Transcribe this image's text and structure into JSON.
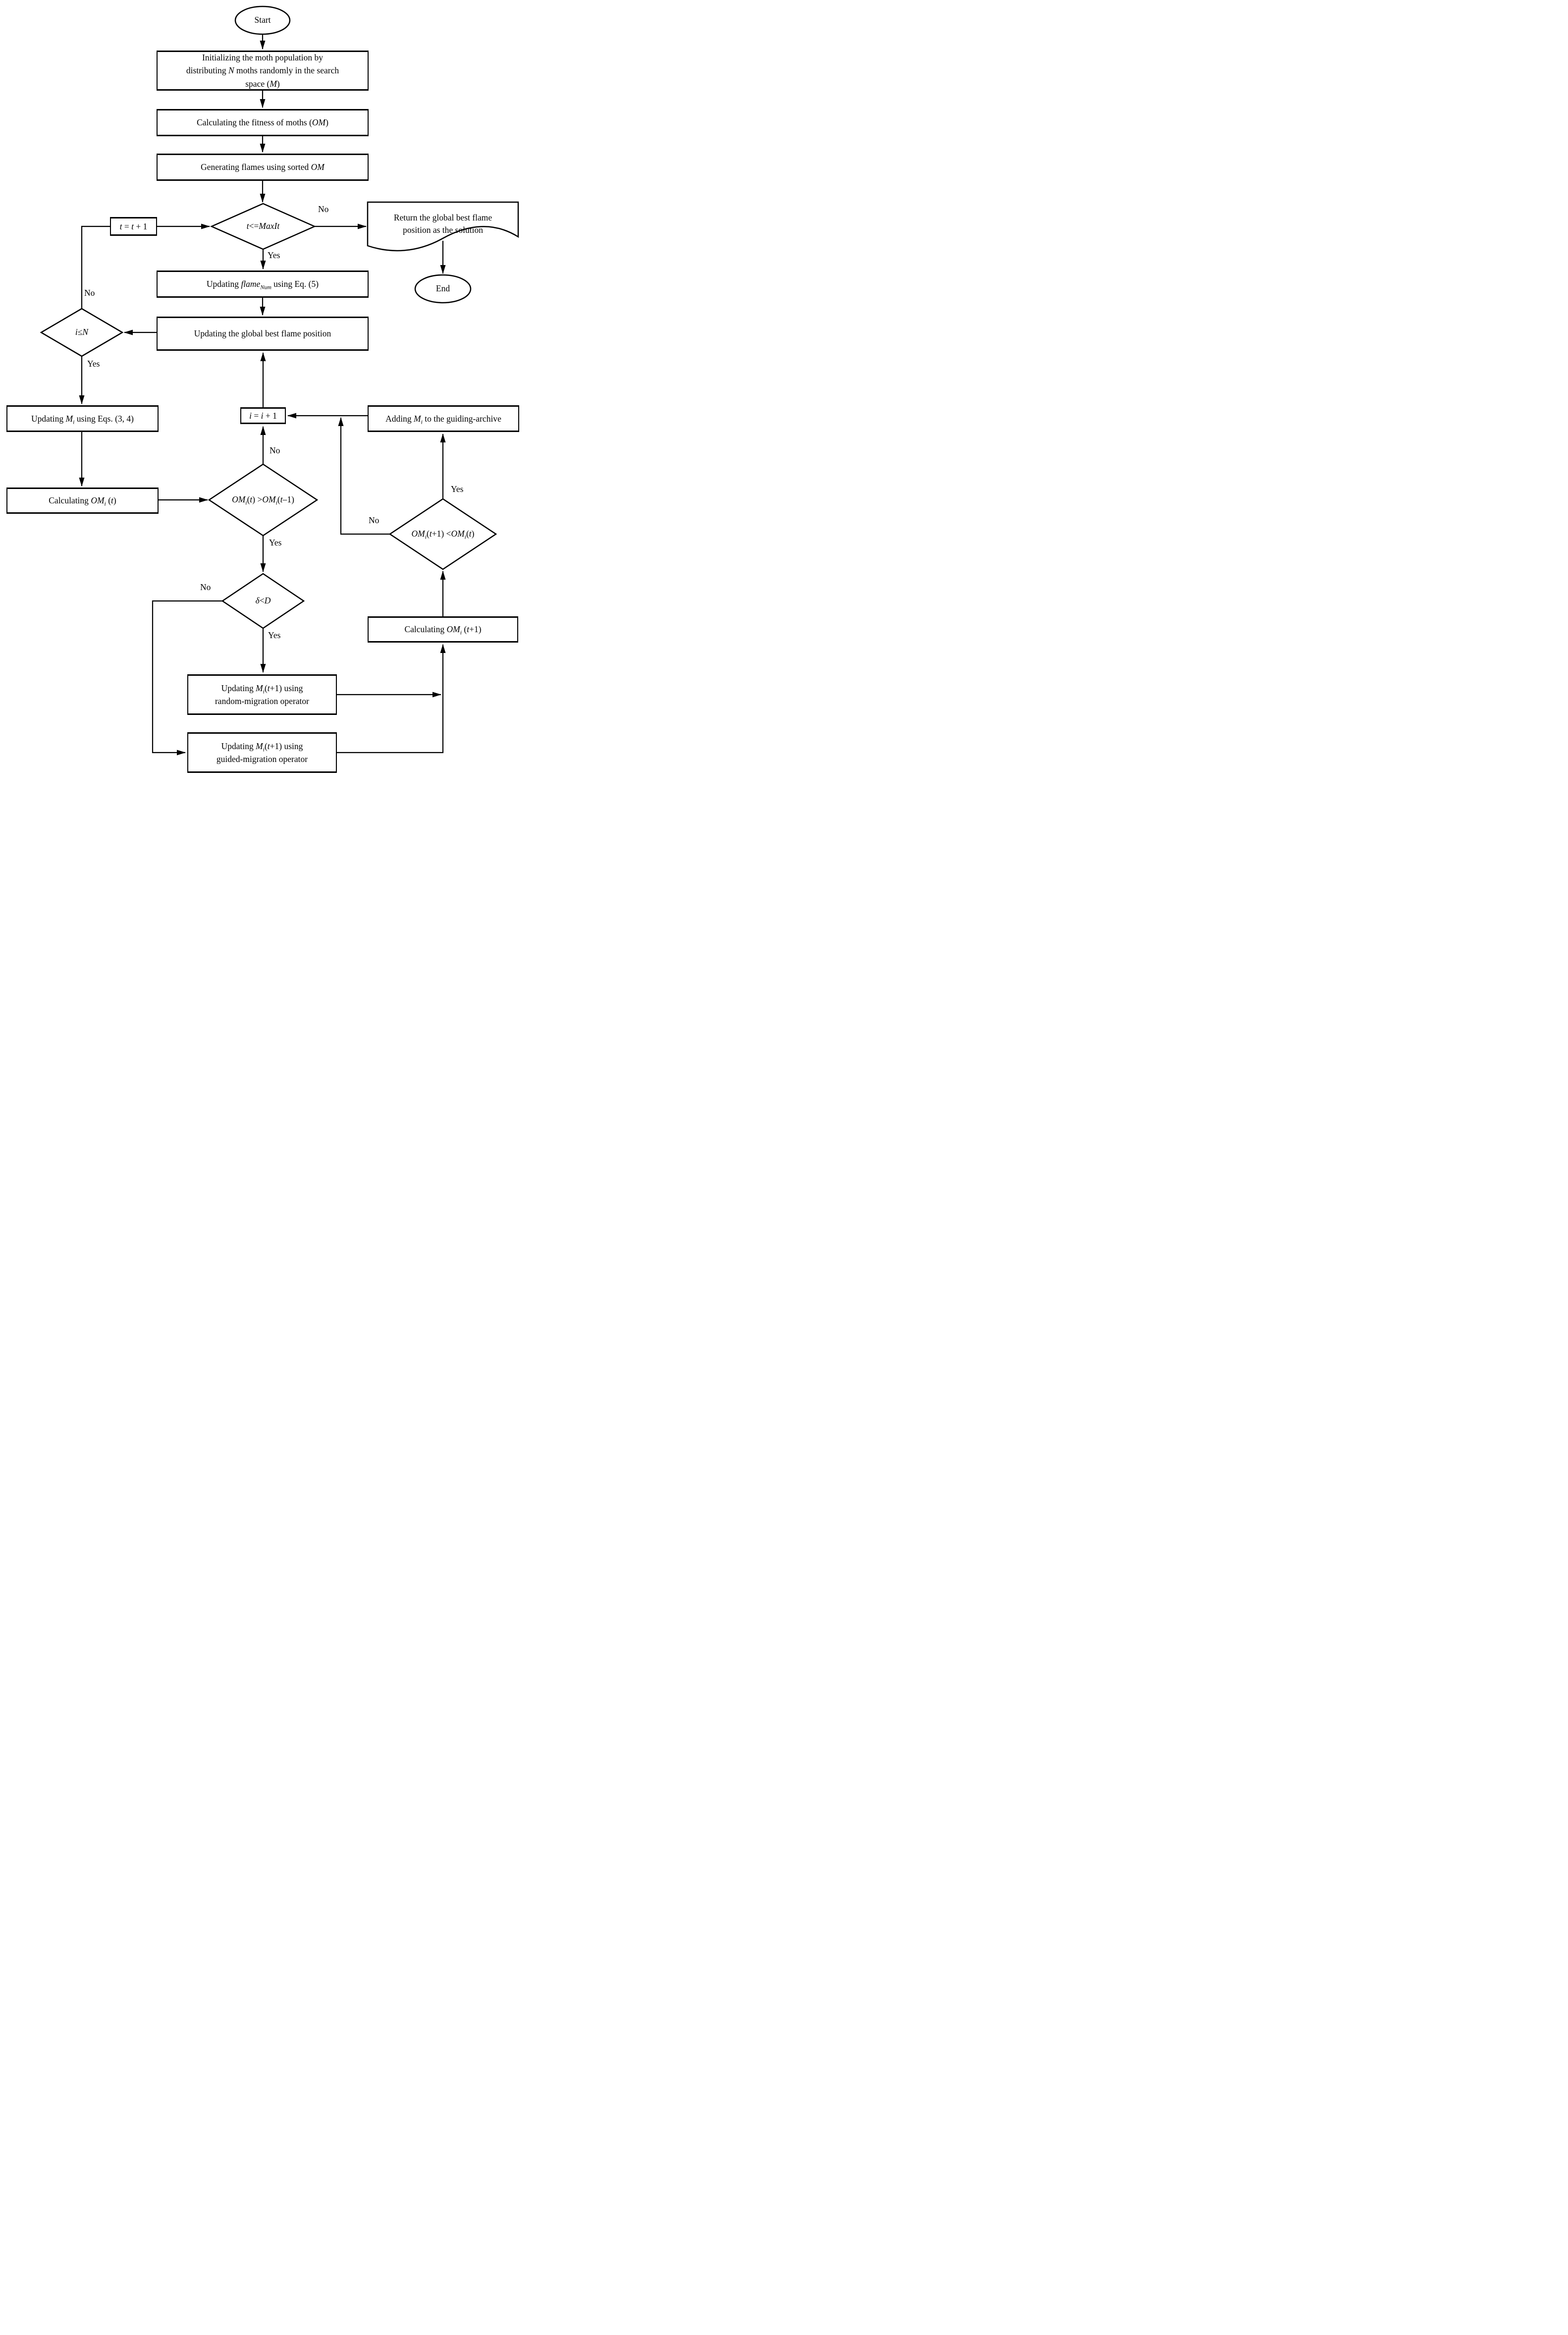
{
  "canvas": {
    "background": "#ffffff",
    "line_color": "#000000"
  },
  "nodes": {
    "start": {
      "shape": "terminator",
      "label": "Start"
    },
    "init": {
      "shape": "process",
      "label": "Initializing the moth population by\ndistributing *N* moths randomly in the search\nspace (*M*)"
    },
    "fitness": {
      "shape": "process",
      "label": "Calculating the fitness of moths (*OM*)"
    },
    "flames": {
      "shape": "process",
      "label": "Generating flames using sorted *OM*"
    },
    "maxit": {
      "shape": "decision",
      "label": "*t* <= *MaxIt*"
    },
    "t_inc": {
      "shape": "process",
      "label": "*t* = *t* + 1"
    },
    "return_doc": {
      "shape": "document",
      "label": "Return the global best flame\nposition as the solution"
    },
    "end": {
      "shape": "terminator",
      "label": "End"
    },
    "flame_num": {
      "shape": "process",
      "label": "Updating *flame~Num~* using Eq. (5)"
    },
    "global_best": {
      "shape": "process",
      "label": "Updating the global best flame position"
    },
    "i_le_n": {
      "shape": "decision",
      "label": "*i* ≤ *N*"
    },
    "update_mi": {
      "shape": "process",
      "label": "Updating *M~i~* using Eqs. (3, 4)"
    },
    "i_inc": {
      "shape": "process",
      "label": "*i* = *i* + 1"
    },
    "adding": {
      "shape": "process",
      "label": "Adding *M~i~* to the guiding-archive"
    },
    "calc_om_t": {
      "shape": "process",
      "label": "Calculating *OM~i~* (*t*)"
    },
    "om_improve": {
      "shape": "decision",
      "label": "*OM~i~*(*t*) > *OM~i~*(*t*–1)"
    },
    "om_next": {
      "shape": "decision",
      "label": "*OM~i~*(*t*+1) < *OM~i~*(*t*)"
    },
    "delta": {
      "shape": "decision",
      "label": "*δ* <  *D*"
    },
    "calc_om_t1": {
      "shape": "process",
      "label": "Calculating *OM~i~* (*t*+1)"
    },
    "random_mig": {
      "shape": "process",
      "label": "Updating *M~i~*(*t*+1) using\nrandom-migration operator"
    },
    "guided_mig": {
      "shape": "process",
      "label": "Updating *M~i~*(*t*+1) using\nguided-migration operator"
    }
  },
  "edge_labels": {
    "maxit_no": "No",
    "maxit_yes": "Yes",
    "i_le_n_no": "No",
    "i_le_n_yes": "Yes",
    "om_improve_no": "No",
    "om_improve_yes": "Yes",
    "om_next_yes": "Yes",
    "om_next_no": "No",
    "delta_no": "No",
    "delta_yes": "Yes"
  }
}
